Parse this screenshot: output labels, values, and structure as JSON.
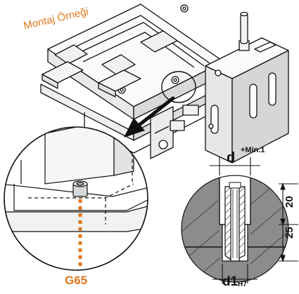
{
  "labels": {
    "assembly_example": "Montaj Örneği",
    "part_code": "G65",
    "bore_symbol": "d",
    "bore_tolerance": "+Min.1",
    "pin_symbol": "d1",
    "pin_tolerance": "H7",
    "depth_upper": "20",
    "depth_lower": "25"
  },
  "colors": {
    "accent": "#e0781e",
    "section_fill": "#8c8c8c",
    "line": "#111111"
  },
  "icons": {
    "pointer_arrow": "arrow-icon"
  }
}
